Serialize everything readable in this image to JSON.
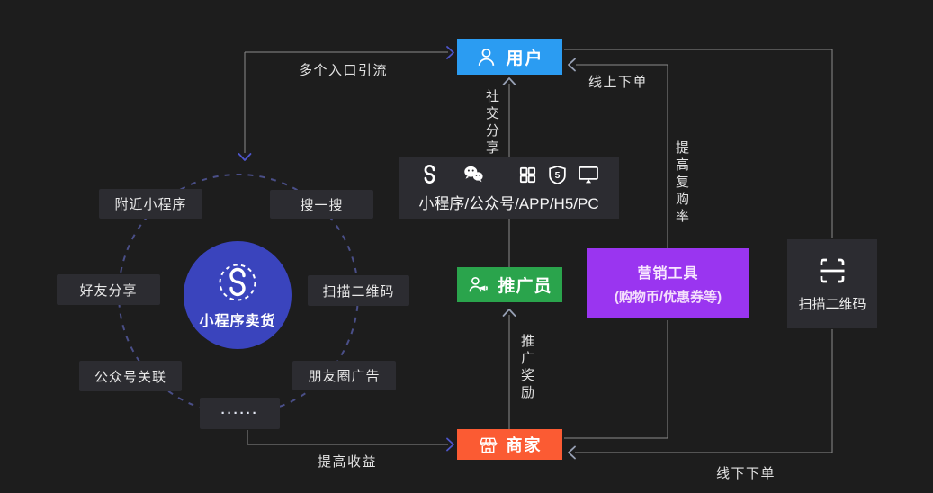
{
  "nodes": {
    "user": {
      "label": "用户",
      "color": "#2b9cf2",
      "icon": "person-icon"
    },
    "platforms": {
      "label": "小程序/公众号/APP/H5/PC",
      "icons": [
        "miniprogram-icon",
        "wechat-icon",
        "app-grid-icon",
        "h5-icon",
        "pc-icon"
      ]
    },
    "promoter": {
      "label": "推广员",
      "color": "#2aa44c",
      "icon": "promoter-megaphone-icon"
    },
    "marketing": {
      "title": "营销工具",
      "subtitle": "(购物币/优惠券等)",
      "color": "#9a35f0"
    },
    "merchant": {
      "label": "商家",
      "color": "#fb5b33",
      "icon": "storefront-icon"
    },
    "qr_scan": {
      "label": "扫描二维码",
      "icon": "qr-scan-icon"
    },
    "hub": {
      "label": "小程序卖货",
      "color": "#3a44bd",
      "icon": "miniprogram-dashed-circle-icon"
    }
  },
  "cluster_items": {
    "nearby": "附近小程序",
    "search": "搜一搜",
    "friend_share": "好友分享",
    "scan_qr": "扫描二维码",
    "official_account": "公众号关联",
    "moments_ads": "朋友圈广告",
    "more": "······"
  },
  "edge_labels": {
    "multi_entry": "多个入口引流",
    "social_share": "社交分享",
    "online_order": "线上下单",
    "repurchase_rate": "提高复购率",
    "promo_reward": "推广奖励",
    "increase_income": "提高收益",
    "offline_order": "线下下单"
  },
  "icon_glyphs": {
    "h5": "5"
  },
  "colors": {
    "background": "#1d1d1d",
    "panel_gray": "#2c2c31",
    "line_gray": "#8a8a8a",
    "arrow_purple": "#4d55cb",
    "arrow_slate": "#97a0b4",
    "dashed_ring": "#4a4f88",
    "user_blue": "#2b9cf2",
    "promoter_green": "#2aa44c",
    "marketing_purple": "#9a35f0",
    "merchant_orange": "#fb5b33",
    "hub_indigo": "#3a44bd"
  }
}
